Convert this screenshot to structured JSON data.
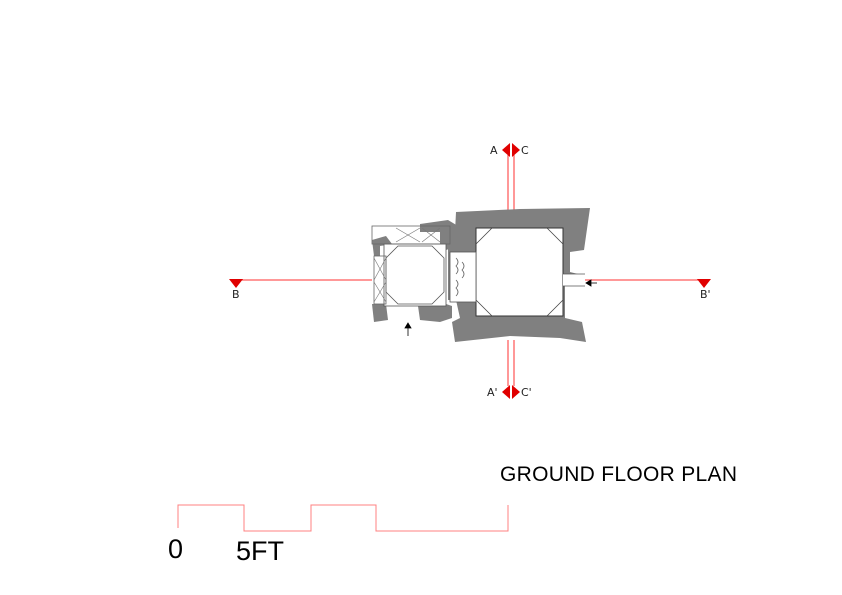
{
  "drawing": {
    "title": "GROUND FLOOR PLAN",
    "scale_bar": {
      "start_label": "0",
      "unit_label": "5FT"
    },
    "section_markers": {
      "top_left": "A",
      "top_right": "C",
      "bottom_left": "A'",
      "bottom_right": "C'",
      "left": "B",
      "right": "B'"
    },
    "colors": {
      "wall": "#808080",
      "section_line": "#ff0000",
      "scale_bar": "#ff8080",
      "ink": "#000000"
    }
  }
}
